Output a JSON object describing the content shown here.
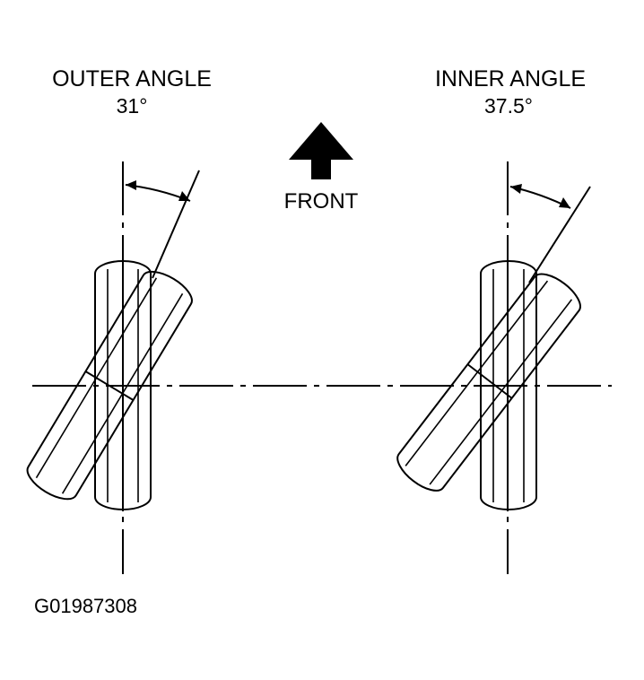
{
  "outer": {
    "title": "OUTER ANGLE",
    "angle": "31°"
  },
  "inner": {
    "title": "INNER ANGLE",
    "angle": "37.5°"
  },
  "front_label": "FRONT",
  "figure_id": "G01987308"
}
